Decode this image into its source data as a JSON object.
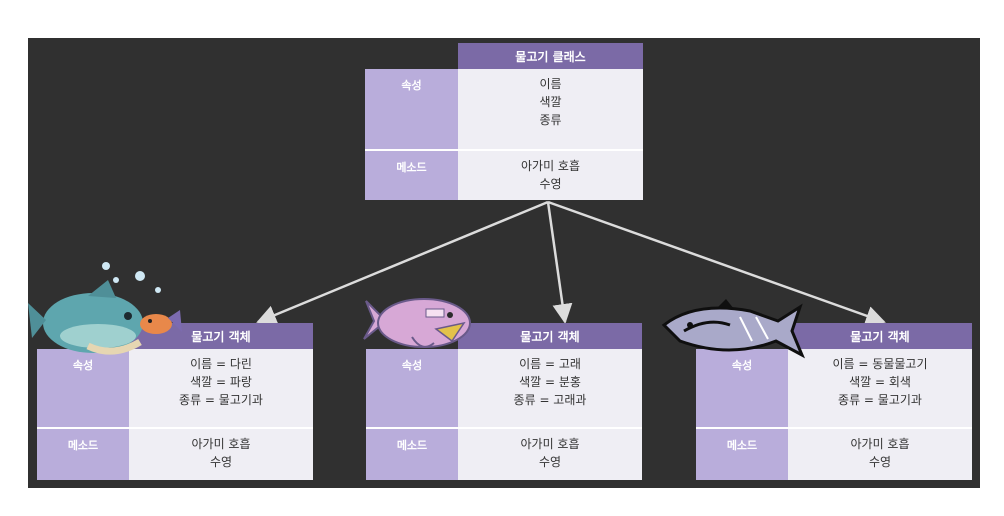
{
  "class_box": {
    "title": "물고기 클래스",
    "attr_label": "속성",
    "attrs": [
      "이름",
      "색깔",
      "종류"
    ],
    "method_label": "메소드",
    "methods": [
      "아가미 호흡",
      "수영"
    ]
  },
  "objects": [
    {
      "title": "물고기 객체",
      "attr_label": "속성",
      "attrs": [
        "이름 = 다린",
        "색깔 = 파랑",
        "종류 = 물고기과"
      ],
      "method_label": "메소드",
      "methods": [
        "아가미 호흡",
        "수영"
      ]
    },
    {
      "title": "물고기 객체",
      "attr_label": "속성",
      "attrs": [
        "이름 = 고래",
        "색깔 = 분홍",
        "종류 = 고래과"
      ],
      "method_label": "메소드",
      "methods": [
        "아가미 호흡",
        "수영"
      ]
    },
    {
      "title": "물고기 객체",
      "attr_label": "속성",
      "attrs": [
        "이름 = 동물물고기",
        "색깔 = 회색",
        "종류 = 물고기과"
      ],
      "method_label": "메소드",
      "methods": [
        "아가미 호흡",
        "수영"
      ]
    }
  ],
  "colors": {
    "background": "#303030",
    "header": "#7b6aa6",
    "label_cell": "#b9addb",
    "value_cell": "#efeef4",
    "arrow": "#dcdcdc"
  },
  "icons": [
    "blue-fish-illustration",
    "pink-whale-illustration",
    "gray-fish-illustration"
  ]
}
